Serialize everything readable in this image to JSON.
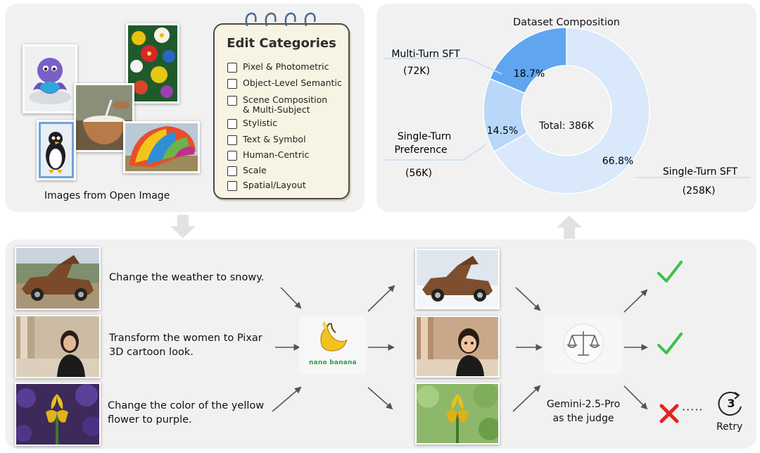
{
  "top_left": {
    "images_caption": "Images from Open Image",
    "notebook_title": "Edit Categories",
    "categories": [
      "Pixel & Photometric",
      "Object-Level Semantic",
      "Scene Composition\n& Multi-Subject",
      "Stylistic",
      "Text & Symbol",
      "Human-Centric",
      "Scale",
      "Spatial/Layout"
    ]
  },
  "chart_data": {
    "type": "pie",
    "title": "Dataset Composition",
    "center_label": "Total: 386K",
    "slices": [
      {
        "name": "Single-Turn SFT",
        "count": "(258K)",
        "percent": "66.8%",
        "value": 66.8,
        "color": "#d9e8fb"
      },
      {
        "name": "Single-Turn\nPreference",
        "count": "(56K)",
        "percent": "14.5%",
        "value": 14.5,
        "color": "#b9d7f8"
      },
      {
        "name": "Multi-Turn SFT",
        "count": "(72K)",
        "percent": "18.7%",
        "value": 18.7,
        "color": "#5fa5f0"
      }
    ]
  },
  "pipeline": {
    "instructions": [
      "Change the weather to snowy.",
      "Transform the women to Pixar\n3D cartoon look.",
      "Change the color of the yellow\nflower to purple."
    ],
    "model_label": "nano banana",
    "judge_label": "Gemini-2.5-Pro\nas the judge",
    "ellipsis": "·····",
    "retry_number": "3",
    "retry_label": "Retry",
    "icons": [
      "car-photo",
      "woman-photo",
      "iris-photo",
      "banana-icon",
      "judge-scale-icon",
      "check-icon",
      "cross-icon",
      "retry-icon"
    ],
    "colors": {
      "check": "#3cc04a",
      "cross": "#e02424",
      "arrow": "#555555"
    }
  }
}
